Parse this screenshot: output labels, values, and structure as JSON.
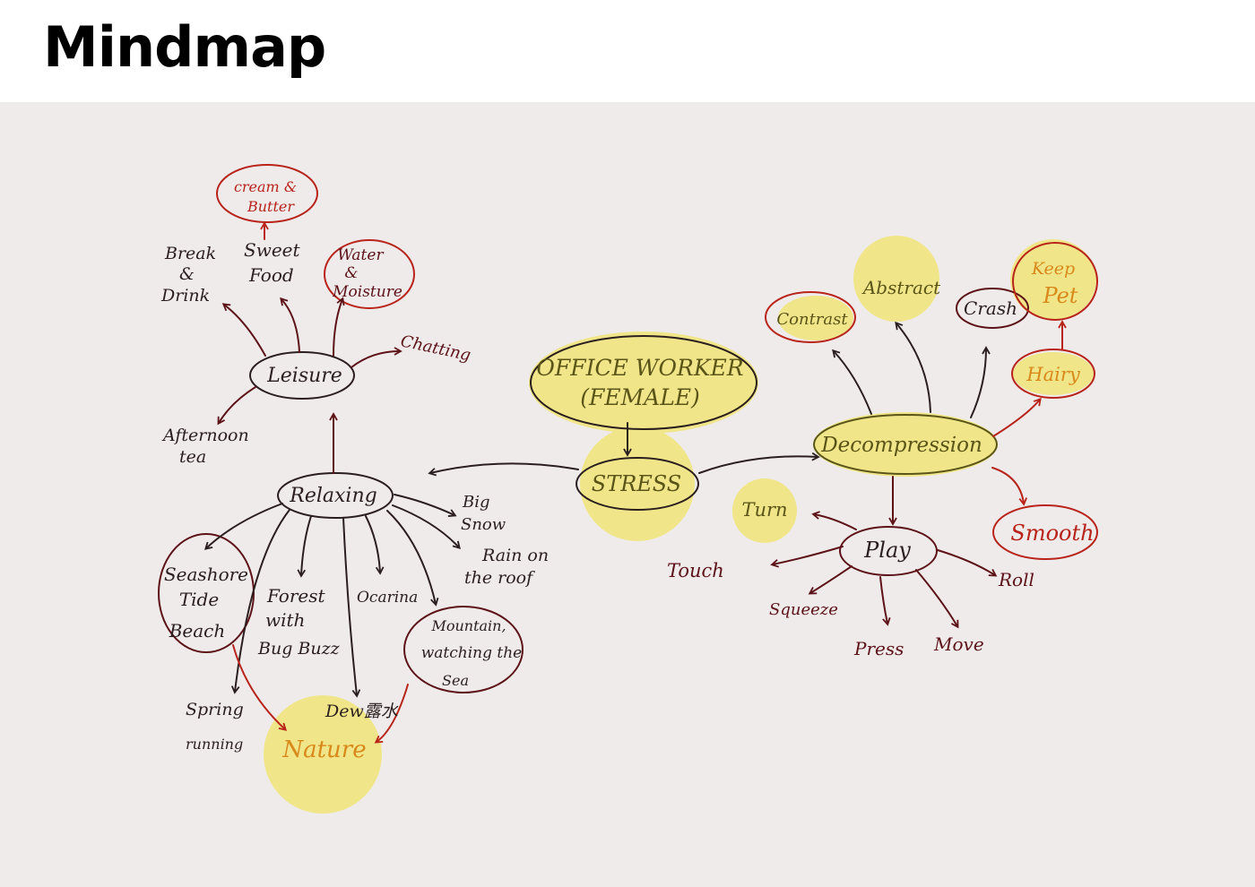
{
  "title": "Mindmap",
  "colors": {
    "highlight": "#f0e689",
    "ink_black": "#2a1e1e",
    "ink_maroon": "#5c1218",
    "ink_red": "#b8231a",
    "ink_orange": "#d9881a",
    "ink_olive": "#5a5418",
    "paper": "#efebeb"
  },
  "nodes": {
    "office_worker_line1": "OFFICE WORKER",
    "office_worker_line2": "(FEMALE)",
    "stress": "STRESS",
    "relaxing": "Relaxing",
    "leisure": "Leisure",
    "break_drink_1": "Break",
    "break_drink_2": "&",
    "break_drink_3": "Drink",
    "sweet_food_1": "Sweet",
    "sweet_food_2": "Food",
    "cream_butter_1": "cream &",
    "cream_butter_2": "Butter",
    "water_moisture_1": "Water",
    "water_moisture_2": "&",
    "water_moisture_3": "Moisture",
    "chatting": "Chatting",
    "afternoon_tea_1": "Afternoon",
    "afternoon_tea_2": "tea",
    "big_snow_1": "Big",
    "big_snow_2": "Snow",
    "rain_roof_1": "Rain on",
    "rain_roof_2": "the roof",
    "seashore_1": "Seashore",
    "seashore_2": "Tide",
    "seashore_3": "Beach",
    "forest_1": "Forest",
    "forest_2": "with",
    "forest_3": "Bug Buzz",
    "ocarina": "Ocarina",
    "mountain_1": "Mountain,",
    "mountain_2": "watching the",
    "mountain_3": "Sea",
    "spring_1": "Spring",
    "spring_2": "running",
    "dew": "Dew露水",
    "nature": "Nature",
    "decompression": "Decompression",
    "contrast": "Contrast",
    "abstract": "Abstract",
    "crash": "Crash",
    "keep_pet_1": "Keep",
    "keep_pet_2": "Pet",
    "hairy": "Hairy",
    "smooth": "Smooth",
    "turn": "Turn",
    "play": "Play",
    "touch": "Touch",
    "squeeze": "Squeeze",
    "press": "Press",
    "move": "Move",
    "roll": "Roll"
  }
}
